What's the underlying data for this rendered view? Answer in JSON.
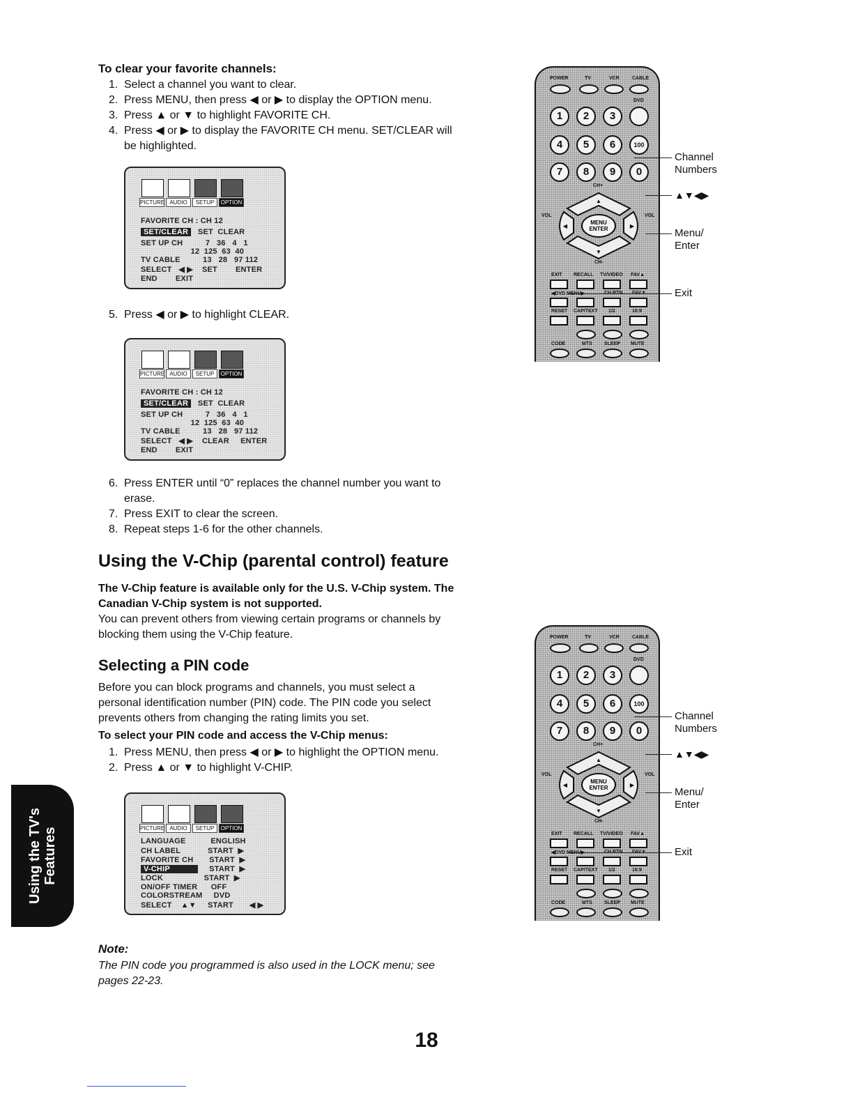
{
  "clear": {
    "heading": "To clear your favorite channels:",
    "steps": [
      {
        "n": "1.",
        "text": "Select a channel you want to clear."
      },
      {
        "n": "2.",
        "text": "Press MENU, then press ◀ or ▶ to display the OPTION menu."
      },
      {
        "n": "3.",
        "text": "Press ▲ or ▼ to highlight FAVORITE CH."
      },
      {
        "n": "4.",
        "text": "Press ◀ or ▶ to display the FAVORITE CH menu. SET/CLEAR will",
        "cont": "be highlighted."
      },
      {
        "n": "5.",
        "text": "Press ◀ or ▶ to highlight CLEAR."
      },
      {
        "n": "6.",
        "text": "Press ENTER until “0” replaces the channel number you want to",
        "cont": "erase."
      },
      {
        "n": "7.",
        "text": "Press EXIT to clear the screen."
      },
      {
        "n": "8.",
        "text": "Repeat steps 1-6 for the other channels."
      }
    ]
  },
  "osd_tabs": [
    "PICTURE",
    "AUDIO",
    "SETUP",
    "OPTION"
  ],
  "osd1": {
    "title": "FAVORITE CH : CH 12",
    "sel_left": "SET/CLEAR",
    "sel_right": "SET  CLEAR",
    "setup": "SET UP CH          7   36   4   1",
    "setup2": "                      12  125  63  40",
    "tvcable": "TV CABLE          13   28   97 112",
    "select": "SELECT   ◀ ▶    SET        ENTER",
    "end": "END        EXIT"
  },
  "osd2": {
    "title": "FAVORITE CH : CH 12",
    "sel_left": "SET/CLEAR",
    "sel_right": "SET  CLEAR",
    "setup": "SET UP CH          7   36   4   1",
    "setup2": "                      12  125  63  40",
    "tvcable": "TV CABLE          13   28   97 112",
    "select": "SELECT   ◀ ▶    CLEAR     ENTER",
    "end": "END        EXIT"
  },
  "osd3": {
    "r1": "LANGUAGE           ENGLISH",
    "r2": "CH LABEL            START  ▶",
    "r3": "FAVORITE CH       START  ▶",
    "r4l": "V-CHIP",
    "r4r": "START  ▶",
    "r5": "LOCK                  START  ▶",
    "r6": "ON/OFF TIMER      OFF",
    "r7": "COLORSTREAM     DVD",
    "r8": "SELECT    ▲▼     START       ◀ ▶"
  },
  "vchip": {
    "title": "Using the V-Chip (parental control) feature",
    "bold1": "The V-Chip feature is available only for the U.S. V-Chip system. The",
    "bold2": "Canadian V-Chip system is not supported.",
    "p1": "You can prevent others from viewing certain programs or channels by",
    "p2": "blocking them using the V-Chip feature."
  },
  "pin": {
    "title": "Selecting a PIN code",
    "p1": "Before you can block programs and channels, you must select a",
    "p2": "personal identification number (PIN) code. The PIN code you select",
    "p3": "prevents others from changing the rating limits you set.",
    "heading": "To select your PIN code and access the V-Chip menus:",
    "steps": [
      {
        "n": "1.",
        "text": "Press MENU, then press ◀ or ▶ to highlight the OPTION menu."
      },
      {
        "n": "2.",
        "text": "Press ▲ or ▼ to highlight V-CHIP."
      }
    ]
  },
  "note": {
    "label": "Note:",
    "l1": "The PIN code you programmed is also used in the LOCK menu; see",
    "l2": "pages 22-23."
  },
  "remote": {
    "top_labels": [
      "POWER",
      "TV",
      "VCR",
      "CABLE"
    ],
    "dvd": "DVD",
    "numbers": [
      "1",
      "2",
      "3",
      "4",
      "5",
      "6",
      "100",
      "7",
      "8",
      "9",
      "0"
    ],
    "chplus": "CH+",
    "chminus": "CH-",
    "vol": "VOL",
    "menu": "MENU\nENTER",
    "row1": [
      "EXIT",
      "RECALL",
      "TV/VIDEO",
      "FAV▲"
    ],
    "row2": [
      "◀DVD MENU▶",
      "CH RTN",
      "FAV▼"
    ],
    "row3": [
      "RESET",
      "CAP/TEXT",
      "1/2",
      "16:9"
    ],
    "row4": [
      "CODE",
      "MTS",
      "SLEEP",
      "MUTE"
    ]
  },
  "callouts": {
    "channel": "Channel",
    "numbers": "Numbers",
    "arrows": "▲▼◀▶",
    "menu": "Menu/",
    "enter": "Enter",
    "exit": "Exit"
  },
  "side_tab": {
    "l1": "Using the TV's",
    "l2": "Features"
  },
  "page_number": "18"
}
